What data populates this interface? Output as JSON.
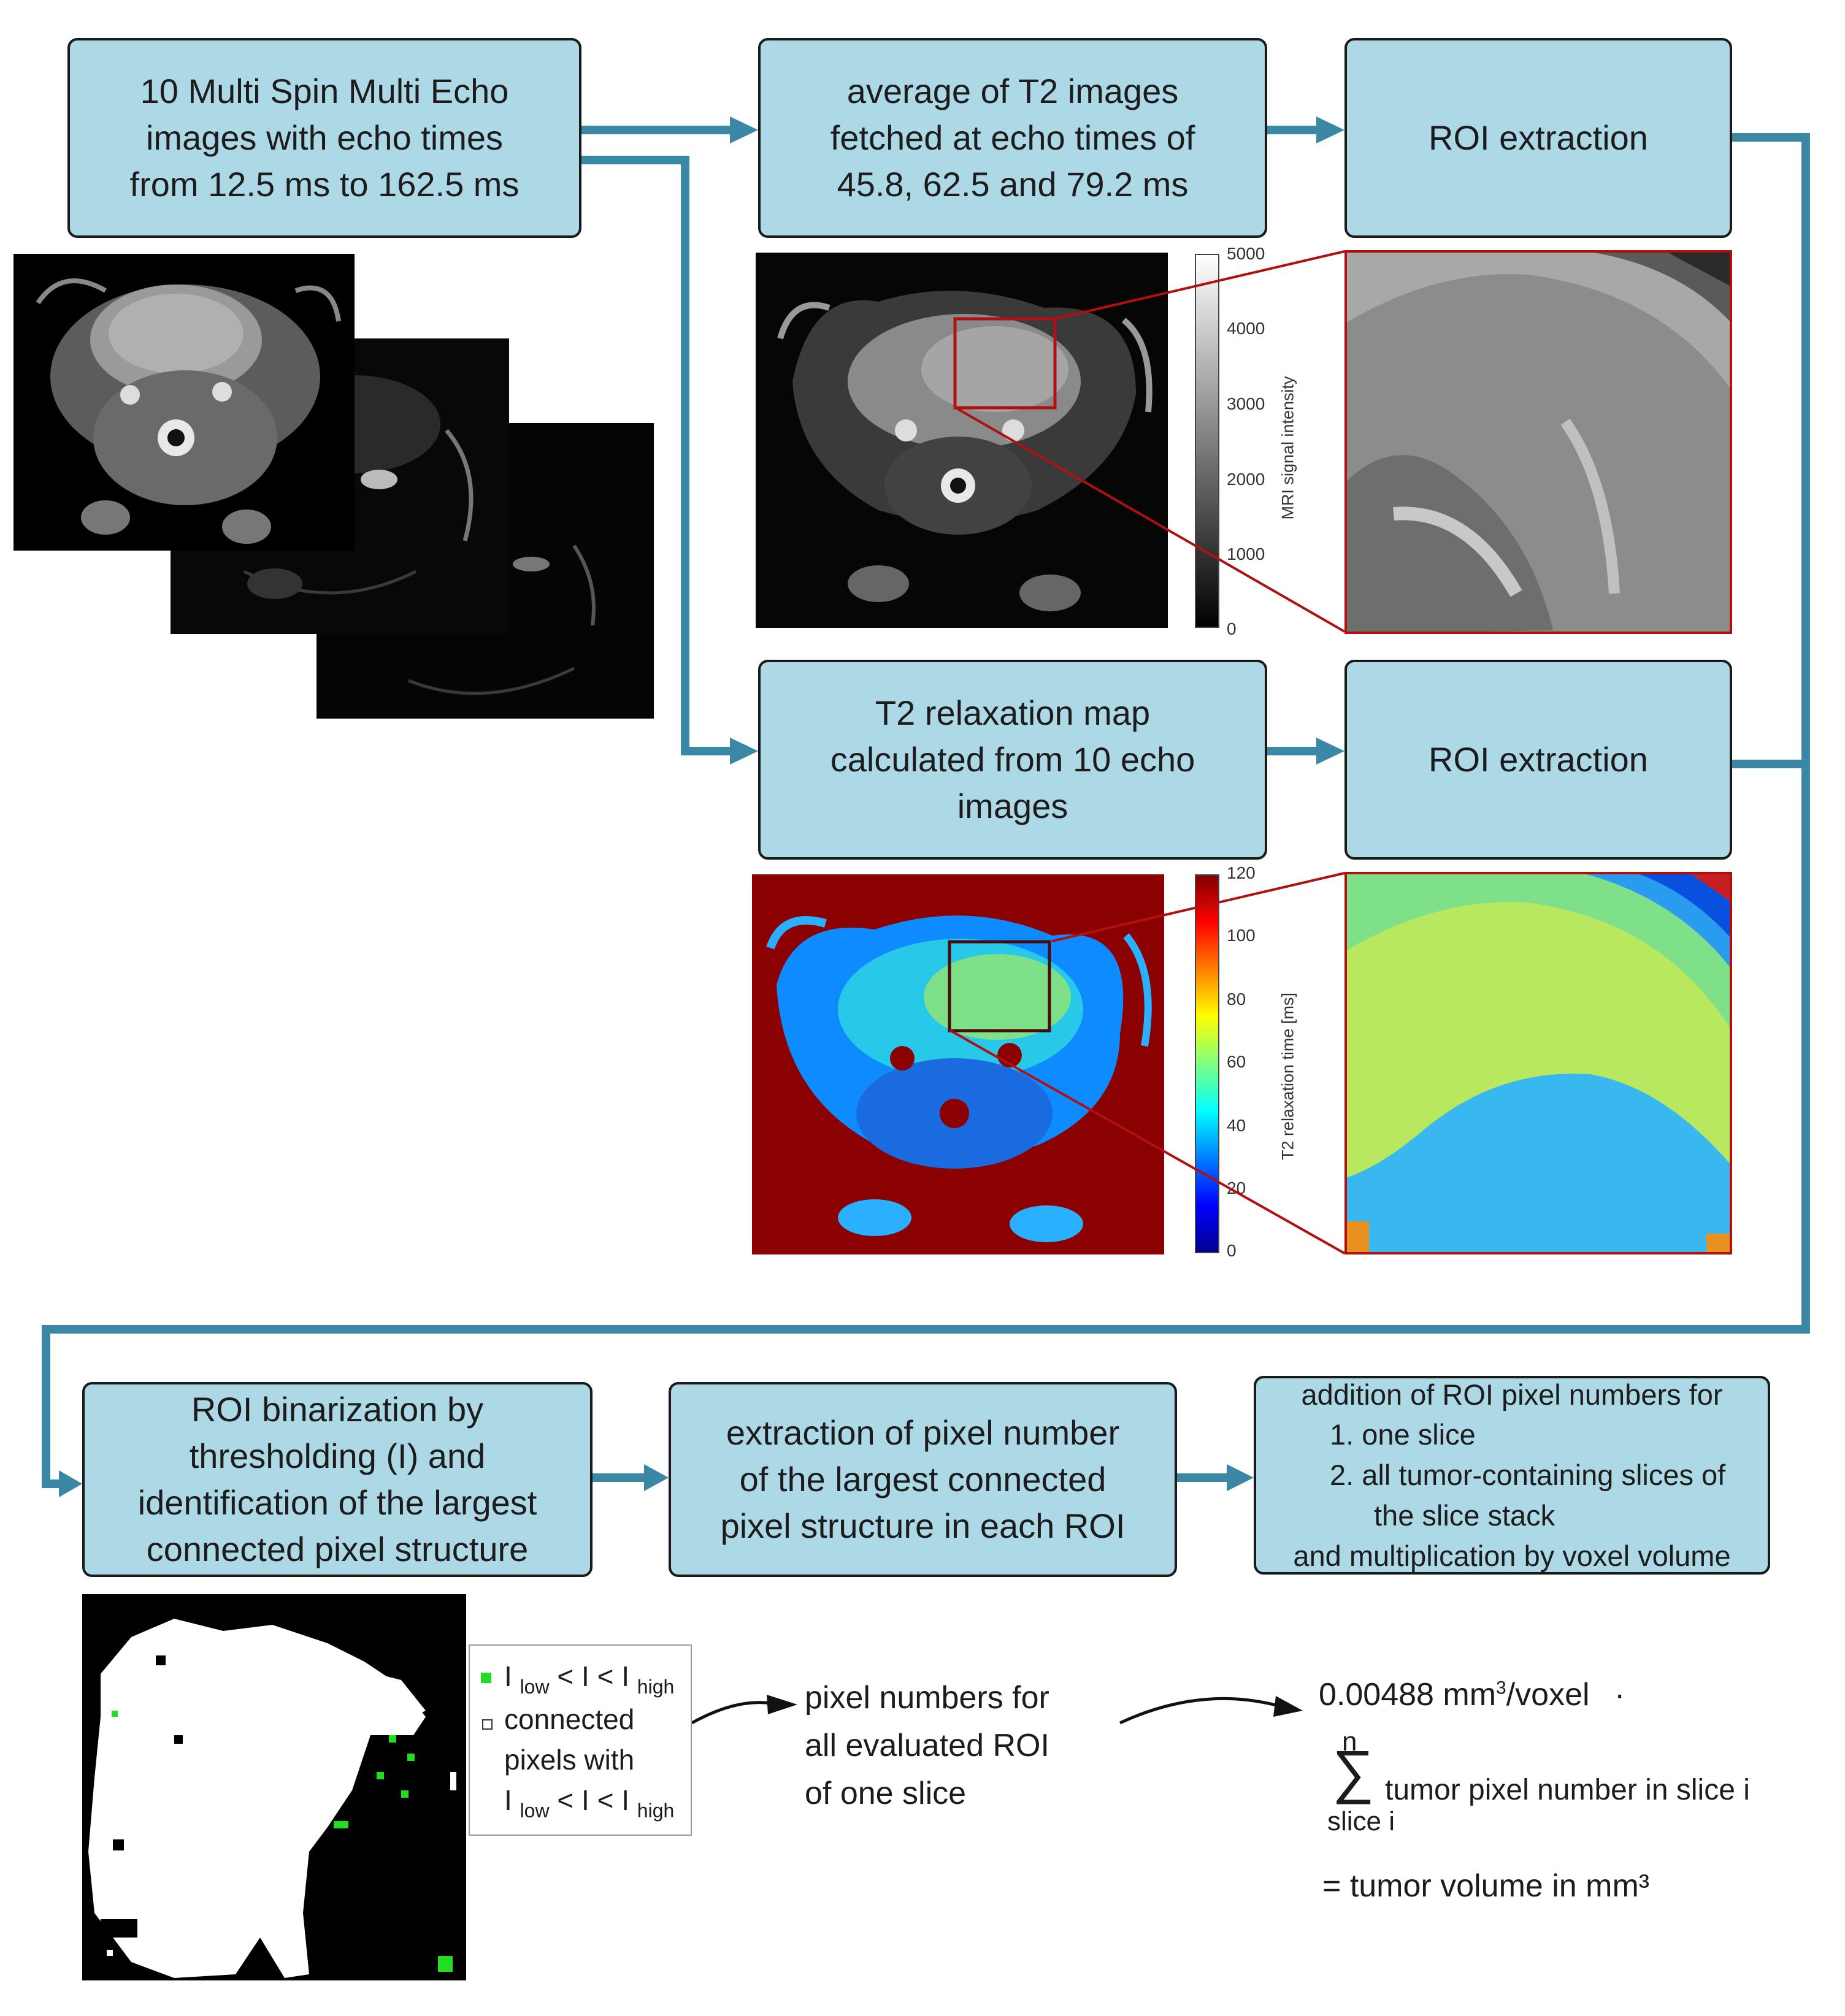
{
  "boxes": {
    "mse": [
      "10 Multi Spin Multi Echo",
      "images with echo times",
      "from 12.5 ms to 162.5 ms"
    ],
    "avg_t2": [
      "average of T2 images",
      "fetched at echo times of",
      "45.8, 62.5 and 79.2 ms"
    ],
    "roi_top": "ROI extraction",
    "t2map": [
      "T2 relaxation map",
      "calculated from 10 echo",
      "images"
    ],
    "roi_mid": "ROI extraction",
    "binarize": [
      "ROI binarization by",
      "thresholding (I) and",
      "identification of the largest",
      "connected pixel structure"
    ],
    "extract": [
      "extraction of pixel number",
      "of the largest connected",
      "pixel structure in each ROI"
    ],
    "addition": {
      "head": "addition of ROI pixel numbers for",
      "item1": "1. one slice",
      "item2a": "2. all tumor-containing slices of",
      "item2b": "the slice stack",
      "tail": "and multiplication by voxel volume"
    }
  },
  "colorbar_mri": {
    "label": "MRI signal intensity",
    "ticks": [
      "5000",
      "4000",
      "3000",
      "2000",
      "1000",
      "0"
    ]
  },
  "colorbar_t2": {
    "label": "T2 relaxation time [ms]",
    "ticks": [
      "120",
      "100",
      "80",
      "60",
      "40",
      "20",
      "0"
    ]
  },
  "legend": {
    "threshold": "I",
    "low": "low",
    "lt": "<",
    "high": "high",
    "connected_l1": "connected",
    "connected_l2": "pixels with"
  },
  "pixel_numbers": [
    "pixel numbers for",
    "all evaluated ROI",
    "of one slice"
  ],
  "formula": {
    "voxel_prefix": "0.00488 mm",
    "voxel_sup": "3",
    "voxel_suffix": "/voxel",
    "dot": "·",
    "sum_top": "n",
    "sigma": "∑",
    "sum_bottom": "slice i",
    "sum_text": "tumor pixel number in slice i",
    "result": "= tumor volume in mm³"
  },
  "colors": {
    "box_fill": "#add8e6",
    "arrow": "#3a88a6",
    "roi_frame": "#b01010",
    "legend_green": "#22dd22"
  }
}
